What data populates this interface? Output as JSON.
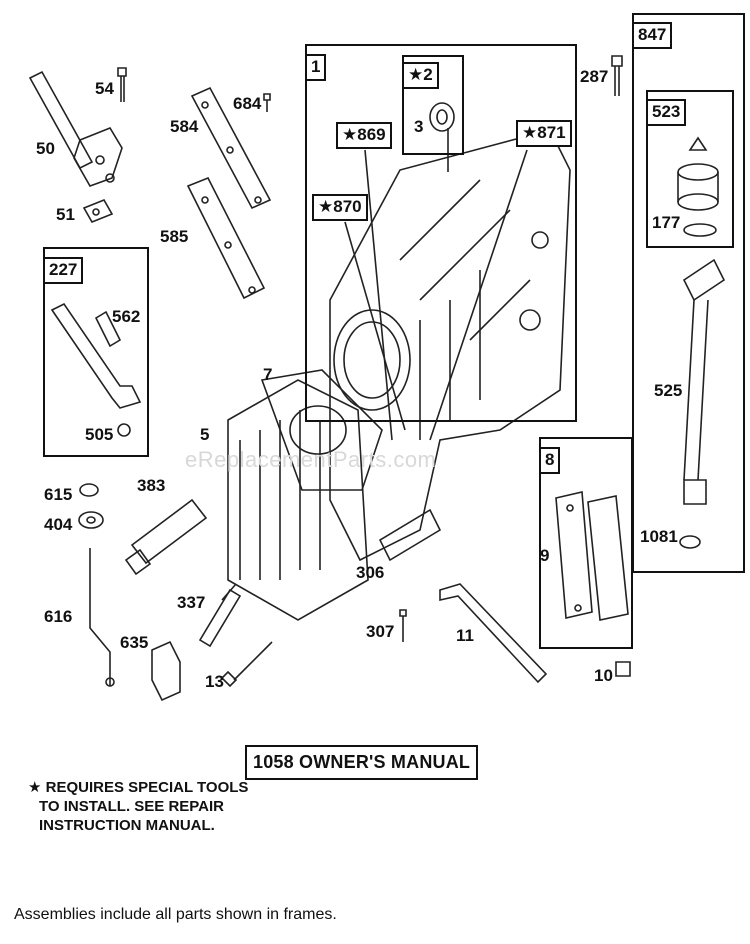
{
  "labels": {
    "p54": "54",
    "p50": "50",
    "p51": "51",
    "p584": "584",
    "p684": "684",
    "p585": "585",
    "p227": "227",
    "p562": "562",
    "p505": "505",
    "p1": "1",
    "p2": "★2",
    "p3": "3",
    "p869": "★869",
    "p871": "★871",
    "p870": "★870",
    "p287": "287",
    "p847": "847",
    "p523": "523",
    "p177": "177",
    "p525": "525",
    "p1081": "1081",
    "p7": "7",
    "p5": "5",
    "p383": "383",
    "p615": "615",
    "p404": "404",
    "p616": "616",
    "p337": "337",
    "p635": "635",
    "p13": "13",
    "p306": "306",
    "p307": "307",
    "p11": "11",
    "p8": "8",
    "p9": "9",
    "p10": "10"
  },
  "manual_box": "1058 OWNER'S MANUAL",
  "note_lines": [
    "★ REQUIRES SPECIAL TOOLS",
    "TO INSTALL.  SEE REPAIR",
    "INSTRUCTION MANUAL."
  ],
  "footer": "Assemblies include all parts shown in frames.",
  "watermark": "eReplacementParts.com"
}
